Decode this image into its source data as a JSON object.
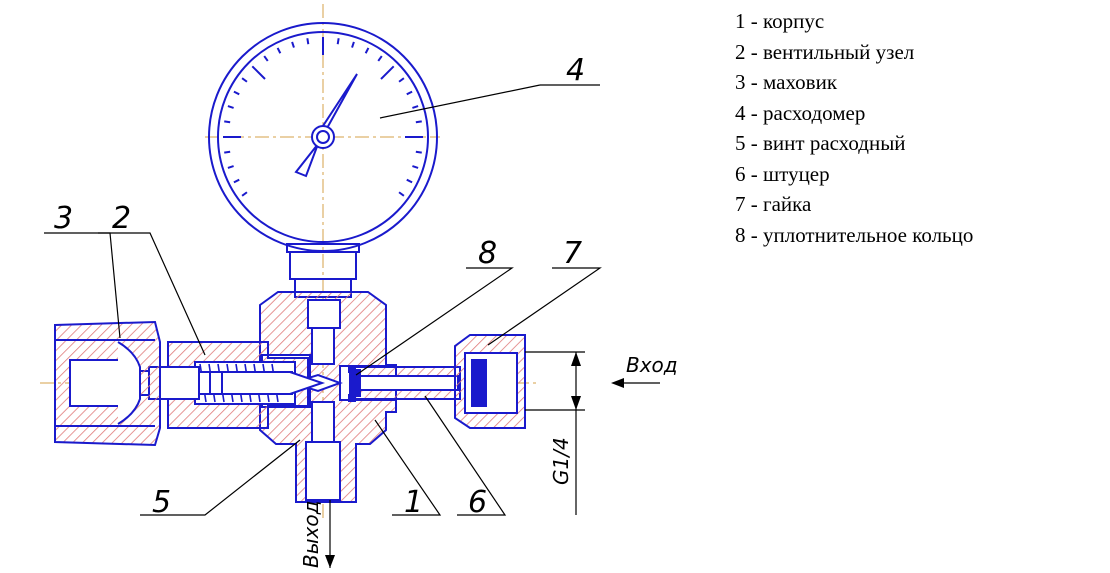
{
  "callouts": [
    "1",
    "2",
    "3",
    "4",
    "5",
    "6",
    "7",
    "8"
  ],
  "flow": {
    "inlet": "Вход",
    "outlet": "Выход",
    "thread": "G1/4"
  },
  "legend": [
    "1 - корпус",
    "2 - вентильный узел",
    "3 - маховик",
    "4 - расходомер",
    "5 - винт расходный",
    "6 - штуцер",
    "7 - гайка",
    "8 - уплотнительное кольцо"
  ],
  "colors": {
    "outline": "#1a1acc",
    "hatch": "#e07a7a",
    "centerline": "#d4a24a",
    "callout": "#000000"
  }
}
